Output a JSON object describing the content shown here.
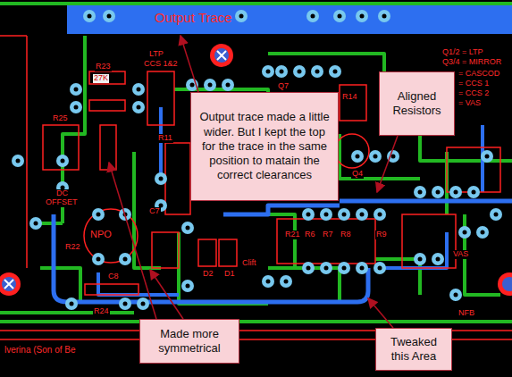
{
  "diagram": {
    "nodes": [
      {
        "text": [
          "Output trace made a little wider. But I kept the top for the trace in the same position to matain the correct clearances"
        ]
      },
      {
        "text": [
          "Aligned Resistors"
        ]
      },
      {
        "text": [
          "Made more symmetrical"
        ]
      },
      {
        "text": [
          "Tweaked this Area"
        ]
      }
    ],
    "labels": [
      "Output Trace",
      "LTP",
      "CCS 1&2",
      "Q1/2 = LTP",
      "Q3/4 = MIRROR",
      "= CASCOD",
      "= CCS 1",
      "= CCS 2",
      "= VAS",
      "R23",
      "27K",
      "R25",
      "DC",
      "OFFSET",
      "R11",
      "NPO",
      "R22",
      "C8",
      "R24",
      "C7",
      "D2",
      "D1",
      "Clift",
      "R21",
      "R6",
      "R7",
      "R8",
      "R9",
      "R14",
      "Q7",
      "Q4",
      "VAS",
      "NFB",
      "lverina (Son of Be"
    ]
  }
}
